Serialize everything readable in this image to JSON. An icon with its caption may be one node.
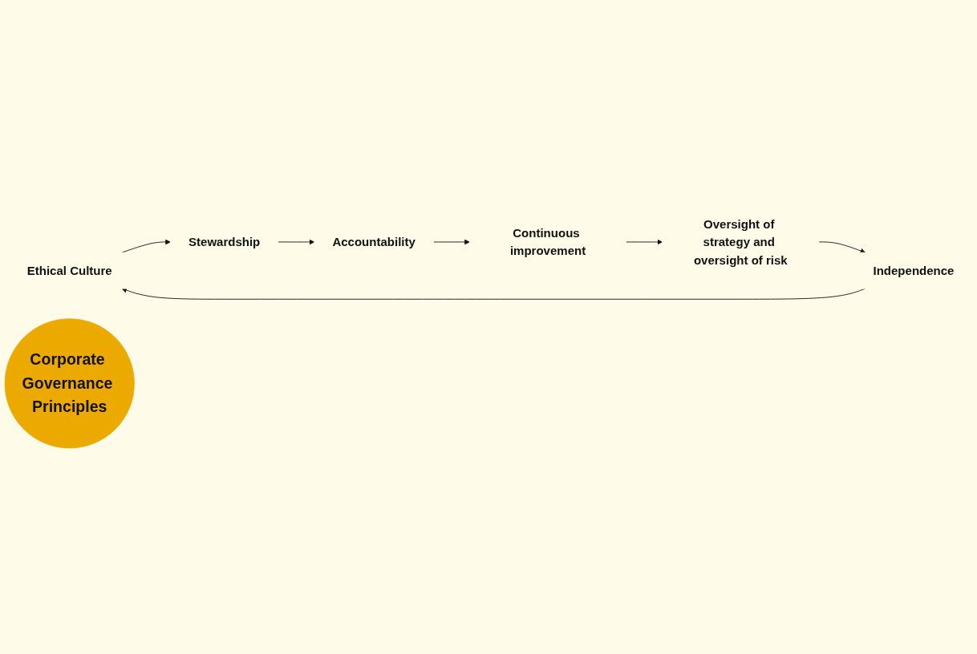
{
  "diagram": {
    "nodes": [
      {
        "text": [
          "Ethical Culture"
        ]
      },
      {
        "text": [
          "Stewardship"
        ]
      },
      {
        "text": [
          "Accountability"
        ]
      },
      {
        "text": [
          "Continuous improvement"
        ]
      },
      {
        "text": [
          "Oversight of strategy and oversight of risk"
        ]
      },
      {
        "text": [
          "Independence"
        ]
      },
      {
        "text": [
          "Corporate Governance Principles"
        ]
      }
    ],
    "edges": [
      {
        "from": 0,
        "to": 1,
        "arrow": "to"
      },
      {
        "from": 1,
        "to": 2,
        "arrow": "to"
      },
      {
        "from": 2,
        "to": 3,
        "arrow": "to"
      },
      {
        "from": 3,
        "to": 4,
        "arrow": "to"
      },
      {
        "from": 4,
        "to": 5,
        "arrow": "to"
      },
      {
        "from": 5,
        "to": 0,
        "arrow": "to"
      }
    ]
  }
}
